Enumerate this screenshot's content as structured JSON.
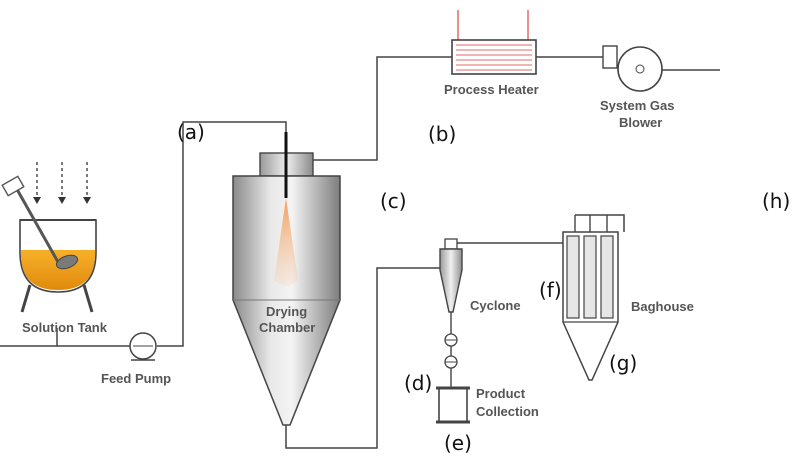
{
  "labels": {
    "solution_tank": "Solution Tank",
    "feed_pump": "Feed Pump",
    "drying_chamber_1": "Drying",
    "drying_chamber_2": "Chamber",
    "process_heater": "Process Heater",
    "system_gas_1": "System Gas",
    "system_gas_2": "Blower",
    "cyclone": "Cyclone",
    "baghouse": "Baghouse",
    "product_1": "Product",
    "product_2": "Collection"
  },
  "tags": {
    "a": "(a)",
    "b": "(b)",
    "c": "(c)",
    "d": "(d)",
    "e": "(e)",
    "f": "(f)",
    "g": "(g)",
    "h": "(h)"
  }
}
